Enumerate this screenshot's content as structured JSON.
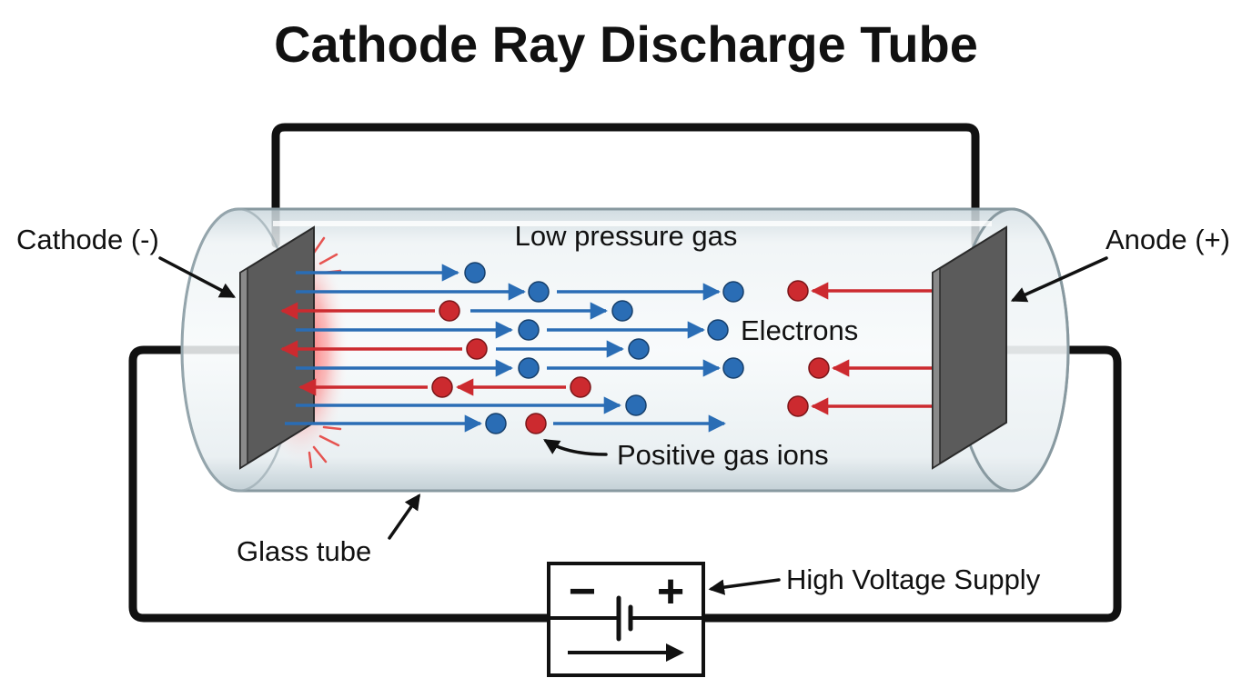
{
  "title": "Cathode Ray Discharge Tube",
  "labels": {
    "cathode": "Cathode (-)",
    "anode": "Anode (+)",
    "low_pressure_gas": "Low pressure gas",
    "electrons": "Electrons",
    "positive_ions": "Positive gas ions",
    "glass_tube": "Glass tube",
    "high_voltage_supply": "High Voltage Supply"
  },
  "supply": {
    "minus_symbol": "−",
    "plus_symbol": "+"
  },
  "colors": {
    "electron": "#2a6db5",
    "ion": "#cc2a2f",
    "wire": "#111111",
    "electrode": "#5b5b5b",
    "glow": "#e53935"
  },
  "icons": {
    "electron": "blue-dot",
    "ion": "red-dot",
    "battery": "battery-symbol"
  }
}
